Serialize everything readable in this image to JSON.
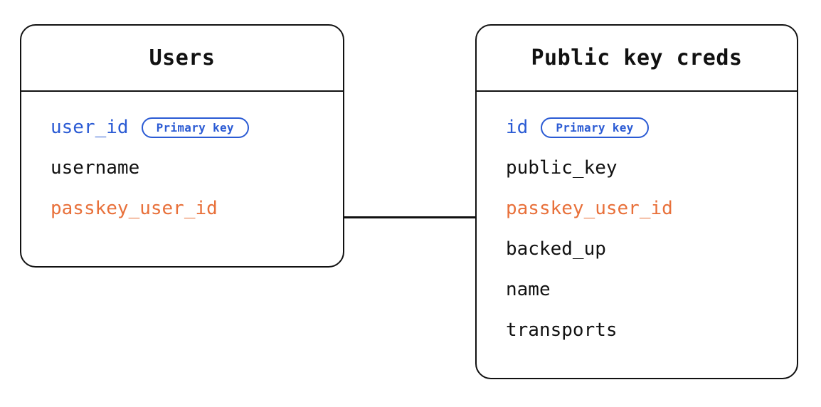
{
  "diagram": {
    "type": "entity-relationship-diagram",
    "background_color": "#ffffff",
    "accent_colors": {
      "primary_key": "#2B5BD4",
      "foreign_key": "#E8703A",
      "outline": "#111111"
    }
  },
  "entities": [
    {
      "id": "users",
      "title": "Users",
      "fields": [
        {
          "name": "user_id",
          "role": "primary-key",
          "badge": "Primary key"
        },
        {
          "name": "username",
          "role": "plain",
          "badge": null
        },
        {
          "name": "passkey_user_id",
          "role": "foreign-key",
          "badge": null
        }
      ]
    },
    {
      "id": "public-key-creds",
      "title": "Public key creds",
      "fields": [
        {
          "name": "id",
          "role": "primary-key",
          "badge": "Primary key"
        },
        {
          "name": "public_key",
          "role": "plain",
          "badge": null
        },
        {
          "name": "passkey_user_id",
          "role": "foreign-key",
          "badge": null
        },
        {
          "name": "backed_up",
          "role": "plain",
          "badge": null
        },
        {
          "name": "name",
          "role": "plain",
          "badge": null
        },
        {
          "name": "transports",
          "role": "plain",
          "badge": null
        }
      ]
    }
  ],
  "relationship": {
    "from_entity": "users",
    "from_field": "passkey_user_id",
    "to_entity": "public-key-creds",
    "to_field": "passkey_user_id"
  }
}
